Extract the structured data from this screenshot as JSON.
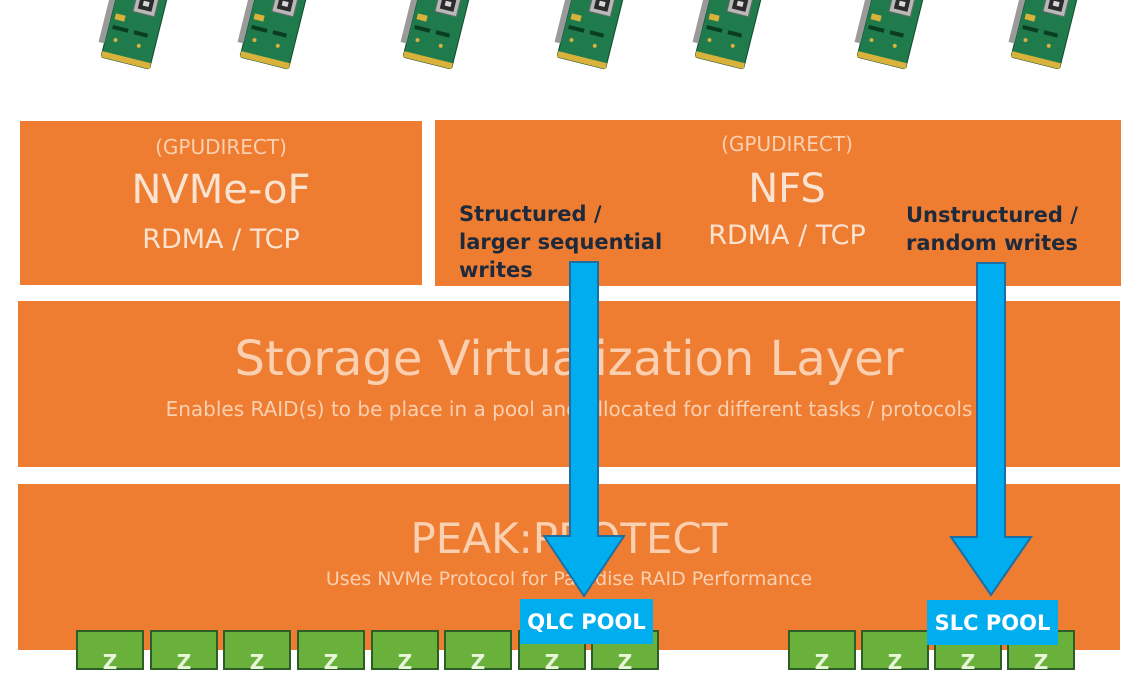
{
  "protocols": {
    "nvmeof": {
      "tag": "(GPUDIRECT)",
      "name": "NVMe-oF",
      "transport": "RDMA / TCP"
    },
    "nfs": {
      "tag": "(GPUDIRECT)",
      "name": "NFS",
      "transport": "RDMA / TCP"
    }
  },
  "workloads": {
    "structured": "Structured / larger sequential writes",
    "unstructured": "Unstructured / random writes"
  },
  "virtualization": {
    "title": "Storage Virtualization Layer",
    "subtitle": "Enables RAID(s) to be place in a pool and allocated for different tasks / protocols"
  },
  "protect": {
    "title": "PEAK:PROTECT",
    "subtitle": "Uses NVMe Protocol for Paradise RAID Performance"
  },
  "pools": {
    "qlc": "QLC POOL",
    "slc": "SLC POOL"
  },
  "drive_label": "Z",
  "colors": {
    "orange": "#ee7d31",
    "arrow": "#00aeef",
    "drive": "#69b13b",
    "card_pcb": "#1f7a4c"
  },
  "icons": {
    "card": "network-adapter-card-icon",
    "drive": "ssd-drive-icon"
  }
}
